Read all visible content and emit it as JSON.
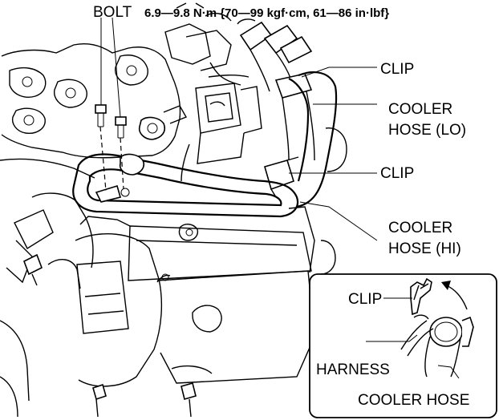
{
  "labels": {
    "bolt": "BOLT",
    "torque_spec": "6.9—9.8 N·m {70—99 kgf·cm, 61—86 in·lbf}",
    "clip_upper": "CLIP",
    "cooler_hose_lo_line1": "COOLER",
    "cooler_hose_lo_line2": "HOSE (LO)",
    "clip_middle": "CLIP",
    "cooler_hose_hi_line1": "COOLER",
    "cooler_hose_hi_line2": "HOSE (HI)"
  },
  "inset": {
    "clip": "CLIP",
    "harness": "HARNESS",
    "cooler_hose": "COOLER HOSE"
  },
  "colors": {
    "line": "#000000",
    "background": "#ffffff"
  }
}
